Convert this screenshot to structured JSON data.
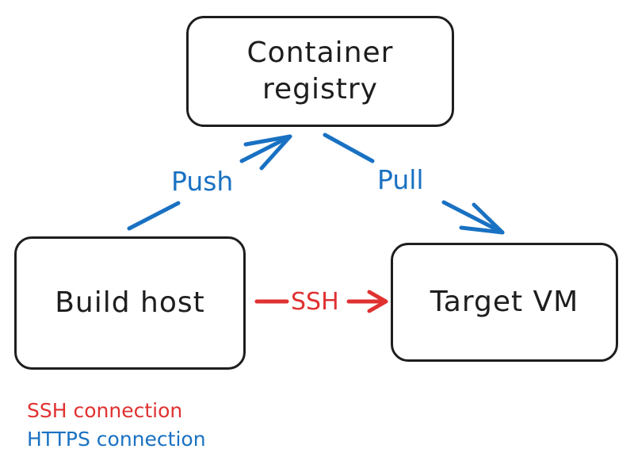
{
  "nodes": {
    "registry": "Container registry",
    "build_host": "Build host",
    "target_vm": "Target VM"
  },
  "edges": {
    "push": "Push",
    "pull": "Pull",
    "ssh": "SSH"
  },
  "legend": {
    "ssh": "SSH connection",
    "https": "HTTPS connection"
  },
  "colors": {
    "ssh": "#e03131",
    "https": "#1971c2",
    "stroke": "#1e1e1e"
  }
}
